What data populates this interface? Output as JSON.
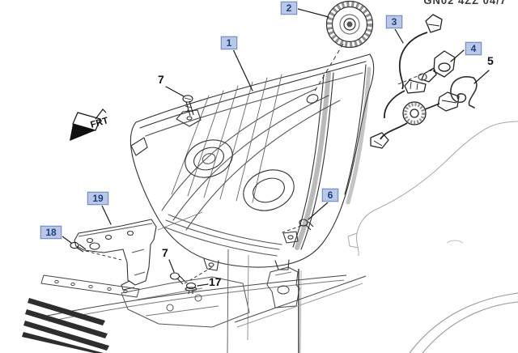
{
  "document": {
    "code": "GN02 4ZZ 04/7"
  },
  "orientation": {
    "front_label": "FRT"
  },
  "colors": {
    "background": "#ffffff",
    "line_dark": "#333333",
    "line_faint": "#a8a8a8",
    "callout_highlight_bg": "#b9c8e8",
    "callout_highlight_border": "#7b90bd",
    "callout_highlight_text": "#1e3e80",
    "plain_callout_text": "#111111"
  },
  "callouts": {
    "c1": {
      "label": "1",
      "highlighted": true
    },
    "c2": {
      "label": "2",
      "highlighted": true
    },
    "c3": {
      "label": "3",
      "highlighted": true
    },
    "c4": {
      "label": "4",
      "highlighted": true
    },
    "c5": {
      "label": "5",
      "highlighted": false
    },
    "c6": {
      "label": "6",
      "highlighted": true
    },
    "c7_upper": {
      "label": "7",
      "highlighted": false
    },
    "c7_lower": {
      "label": "7",
      "highlighted": false
    },
    "c17": {
      "label": "17",
      "highlighted": false
    },
    "c18": {
      "label": "18",
      "highlighted": true
    },
    "c19": {
      "label": "19",
      "highlighted": true
    }
  }
}
